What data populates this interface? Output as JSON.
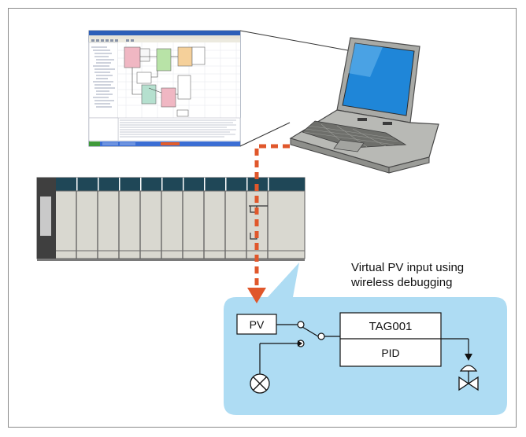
{
  "callout": {
    "line1": "Virtual PV input using",
    "line2": "wireless debugging"
  },
  "blocks": {
    "pv_label": "PV",
    "tag_label": "TAG001",
    "pid_label": "PID"
  },
  "colors": {
    "callout_bubble": "#aedcf3",
    "dashed_link": "#e0572b",
    "rack_header": "#1f4757",
    "rack_body": "#d9d8d0",
    "laptop_screen": "#1f86d8"
  }
}
